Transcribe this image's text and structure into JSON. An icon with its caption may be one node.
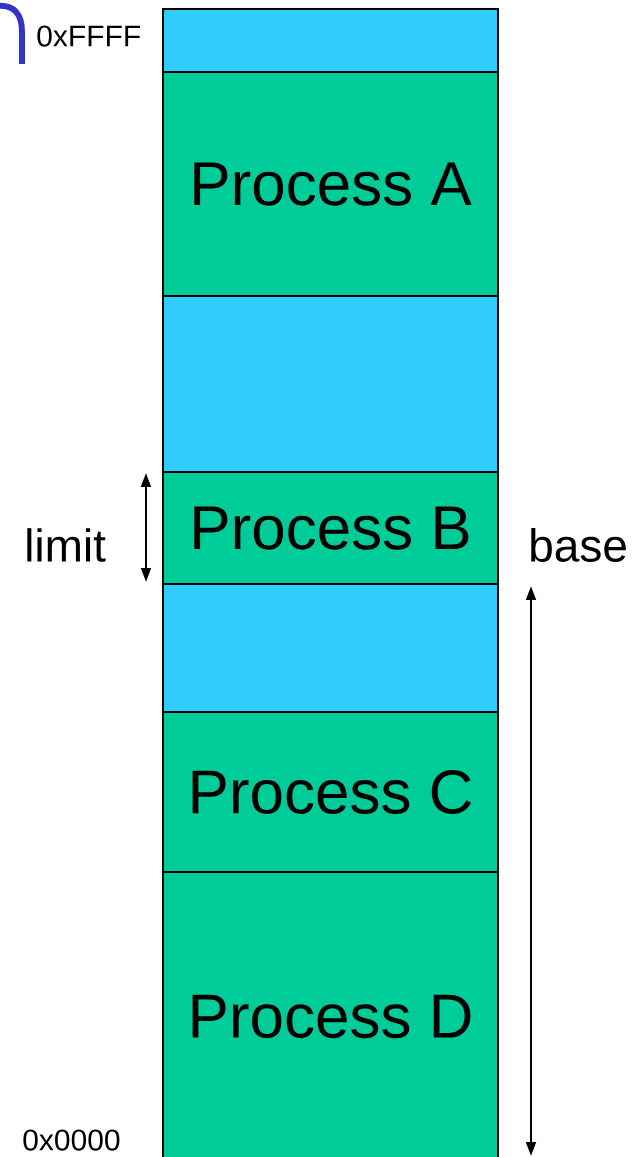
{
  "diagram": {
    "nodes": [
      {
        "text": [],
        "shape": "box"
      },
      {
        "text": [
          "Process A"
        ]
      },
      {
        "text": [],
        "shape": "box"
      },
      {
        "text": [
          "Process B"
        ]
      },
      {
        "text": [],
        "shape": "box"
      },
      {
        "text": [
          "Process C"
        ]
      },
      {
        "text": [
          "Process D"
        ]
      }
    ],
    "labels": [
      "0xFFFF",
      "limit",
      "base",
      "0x0000"
    ]
  }
}
